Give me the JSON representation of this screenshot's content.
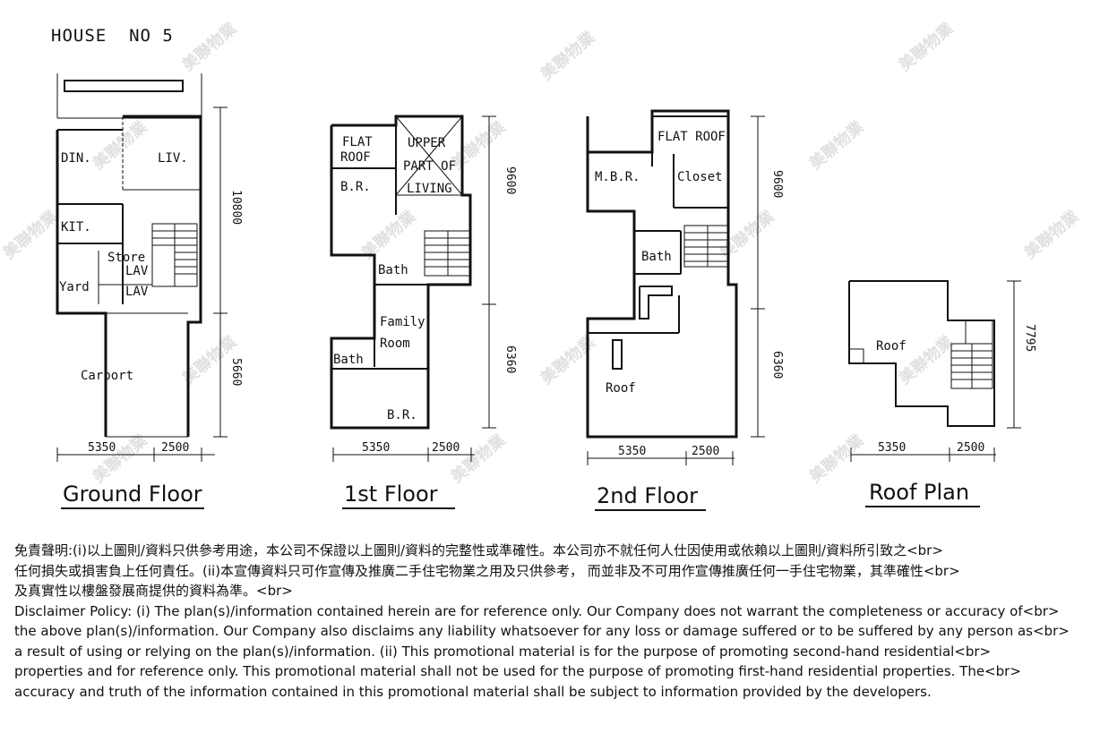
{
  "header": {
    "title": "HOUSE  NO 5"
  },
  "watermark": {
    "text": "美聯物業"
  },
  "floors": [
    {
      "id": "ground",
      "title": "Ground Floor",
      "rooms": [
        "DIN.",
        "LIV.",
        "KIT.",
        "Store",
        "LAV",
        "LAV",
        "Yard",
        "Carport"
      ],
      "dims": {
        "width_a": "5350",
        "width_b": "2500",
        "height_a": "10800",
        "height_b": "5660"
      }
    },
    {
      "id": "first",
      "title": "1st Floor",
      "rooms": [
        "FLAT ROOF",
        "B.R.",
        "UPPER PART OF LIVING",
        "Bath",
        "Family Room",
        "Bath",
        "B.R."
      ],
      "dims": {
        "width_a": "5350",
        "width_b": "2500",
        "height_a": "9600",
        "height_b": "6360"
      }
    },
    {
      "id": "second",
      "title": "2nd Floor",
      "rooms": [
        "FLAT ROOF",
        "M.B.R.",
        "Closet",
        "Bath",
        "Roof"
      ],
      "dims": {
        "width_a": "5350",
        "width_b": "2500",
        "height_a": "9600",
        "height_b": "6360"
      }
    },
    {
      "id": "roof",
      "title": "Roof Plan",
      "rooms": [
        "Roof"
      ],
      "dims": {
        "width_a": "5350",
        "width_b": "2500",
        "height_a": "7795"
      }
    }
  ],
  "disclaimer": {
    "lines": [
      "免責聲明:(i)以上圖則/資料只供參考用途，本公司不保證以上圖則/資料的完整性或準確性。本公司亦不就任何人仕因使用或依賴以上圖則/資料所引致之<br>",
      "任何損失或損害負上任何責任。(ii)本宣傳資料只可作宣傳及推廣二手住宅物業之用及只供參考， 而並非及不可用作宣傳推廣任何一手住宅物業，其準確性<br>",
      "及真實性以樓盤發展商提供的資料為準。<br>",
      "Disclaimer Policy: (i) The plan(s)/information contained herein are for reference only. Our Company does not warrant the completeness or accuracy of<br>",
      "the above plan(s)/information. Our Company also disclaims any liability whatsoever for any loss or damage suffered or to be suffered by any person as<br>",
      "a result of using or relying on the plan(s)/information. (ii) This promotional material is for the purpose of promoting second-hand residential<br>",
      "properties and for reference only. This promotional material shall not be used for the purpose of promoting first-hand residential properties. The<br>",
      "accuracy and truth of the information contained in this promotional material shall be subject to information provided by the developers."
    ]
  }
}
